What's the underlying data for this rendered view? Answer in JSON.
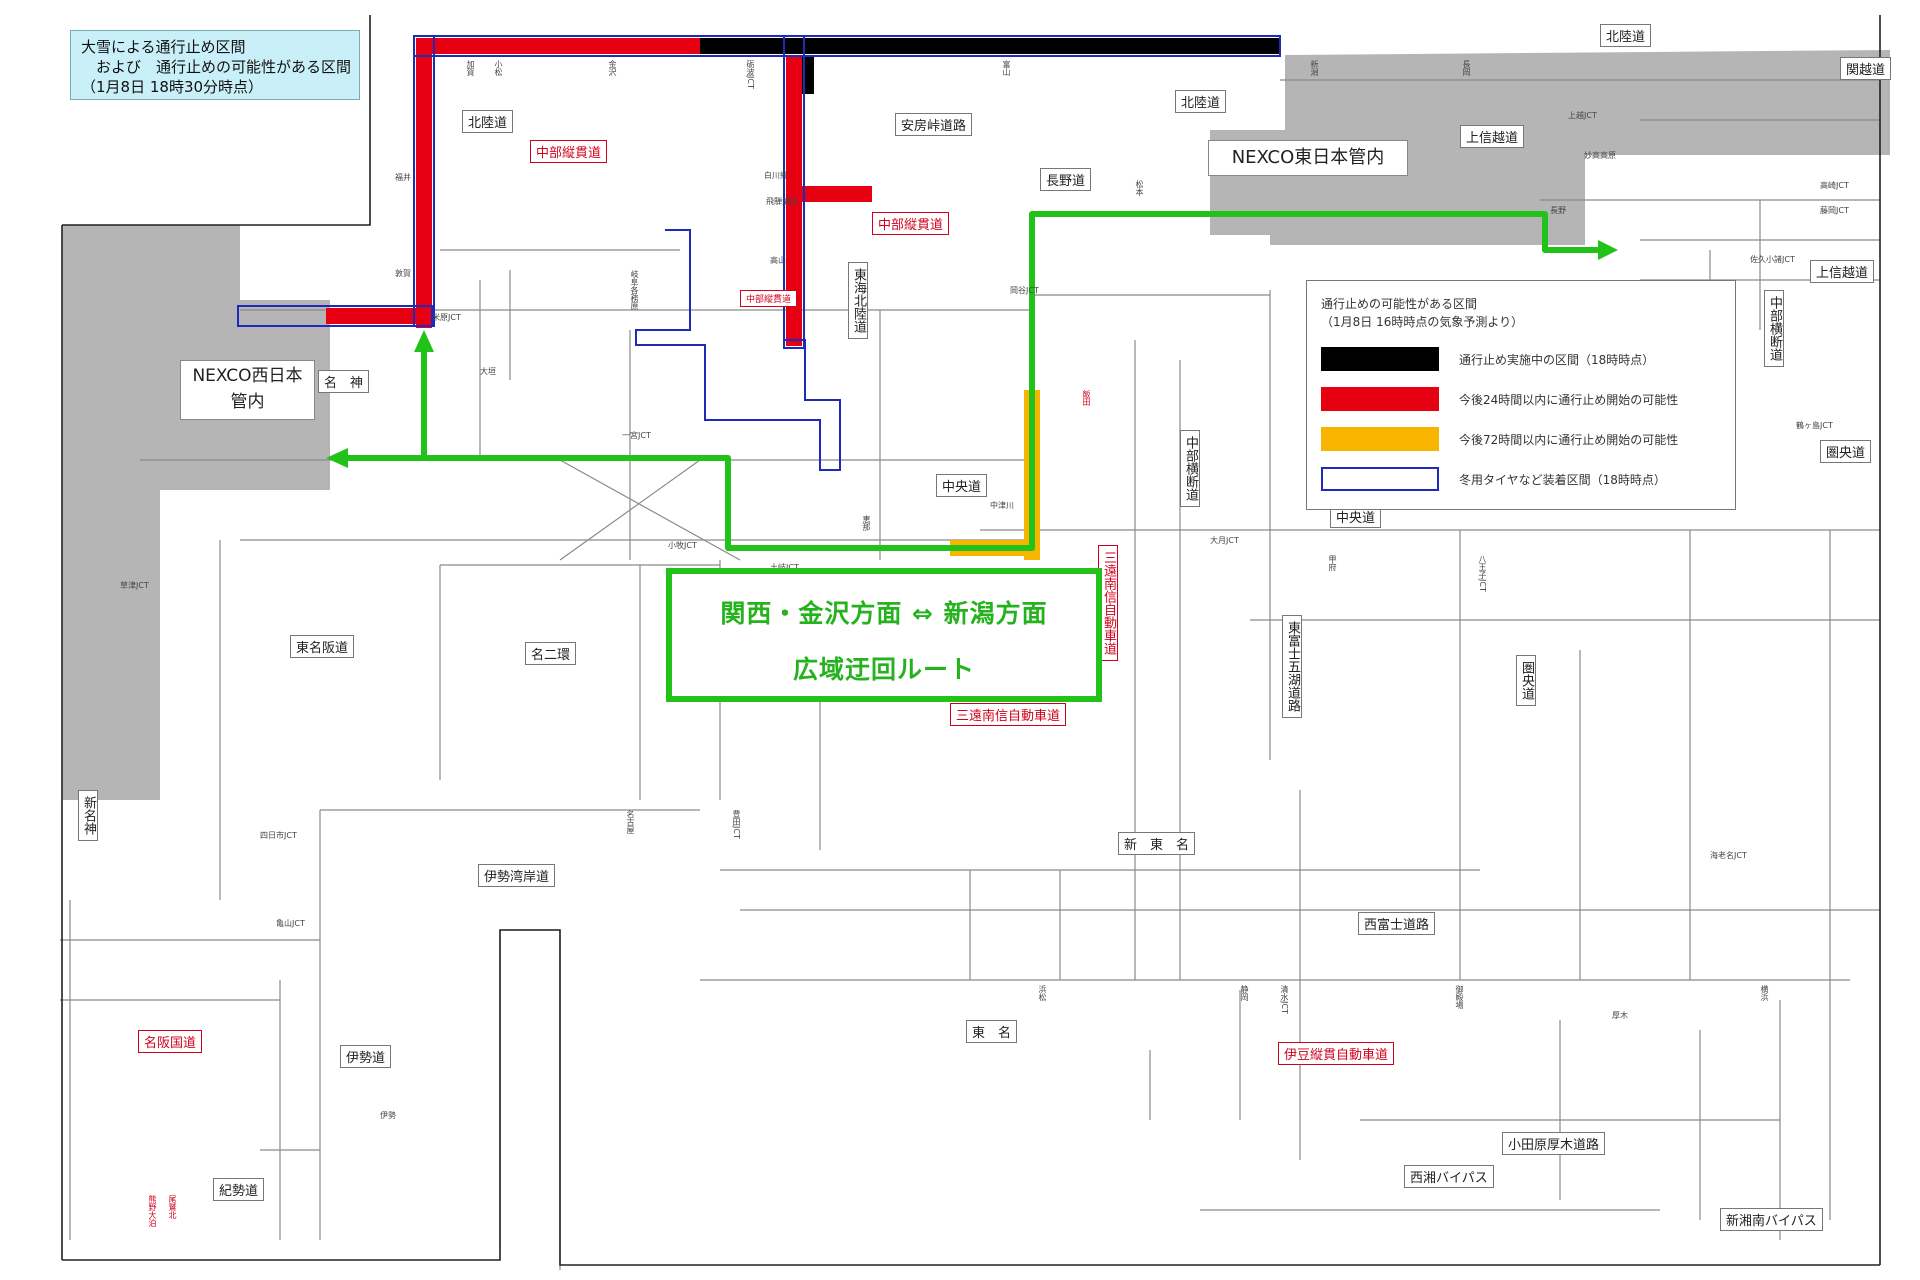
{
  "title": {
    "line1": "大雪による通行止め区間",
    "line2": "　および　通行止めの可能性がある区間",
    "line3": "（1月8日 18時30分時点）"
  },
  "regions": {
    "east_line1": "NEXCO東日本管内",
    "west_line1": "NEXCO西日本",
    "west_line2": "管内"
  },
  "route_box": {
    "line1": "関西・金沢方面 ⇔ 新潟方面",
    "line2": "広域迂回ルート"
  },
  "legend": {
    "title_line1": "通行止めの可能性がある区間",
    "title_line2": "（1月8日 16時時点の気象予測より）",
    "items": [
      {
        "label": "通行止め実施中の区間（18時時点）",
        "color": "#000000",
        "style": "solid"
      },
      {
        "label": "今後24時間以内に通行止め開始の可能性",
        "color": "#e60012",
        "style": "solid"
      },
      {
        "label": "今後72時間以内に通行止め開始の可能性",
        "color": "#f8b500",
        "style": "solid"
      },
      {
        "label": "冬用タイヤなど装着区間（18時時点）",
        "color": "#1d2bb8",
        "style": "outline"
      }
    ]
  },
  "colors": {
    "closed": "#000000",
    "within24h": "#e60012",
    "within72h": "#f8b500",
    "winter_tires": "#1d2bb8",
    "detour": "#22c21a",
    "nexco_area": "#b5b5b5"
  },
  "roads": {
    "hokurikudo": "北陸道",
    "chubu_jukan": "中部縦貫道",
    "chubu_jukan_2": "中部縦貫道",
    "chubu_jukan_3": "中部縦貫道",
    "anbo_toge": "安房峠道路",
    "nagano": "長野道",
    "hokuriku_upper": "北陸道",
    "hokuriku_far": "北陸道",
    "joshinetsu_1": "上信越道",
    "joshinetsu_2": "上信越道",
    "kanetsu": "関越道",
    "chubu_odan_e": "中部横断道",
    "chubu_odan_c": "中部横断道",
    "tokai_hokuriku": "東海北陸道",
    "chuo_c": "中央道",
    "chuo_e": "中央道",
    "ken_o": "圏央道",
    "ken_o_c": "圏央道",
    "meishin": "名　神",
    "meishin_v": "新名神",
    "tomei_han": "東名阪道",
    "meinikan": "名二環",
    "isewangan": "伊勢湾岸道",
    "shin_tomei": "新　東　名",
    "tomei": "東　名",
    "sanen": "三遠南信自動車道",
    "sanen_v": "三遠南信自動車道",
    "higashi_fuji": "東富士五湖道路",
    "seisho": "西湘バイパス",
    "odawara": "小田原厚木道路",
    "shinshonan": "新湘南バイパス",
    "izu_jukan": "伊豆縦貫自動車道",
    "nishi_fuji": "西富士道路",
    "meihan_kokudo": "名阪国道",
    "isedo": "伊勢道",
    "kisei": "紀勢道"
  },
  "stations": {
    "komatsu": "小松",
    "kaga": "加賀",
    "kanazawa": "金沢",
    "toyama": "富山",
    "tonami": "砺波JCT",
    "fukui": "福井",
    "tsuruga": "敦賀",
    "maibara": "米原JCT",
    "nagaoka": "長岡",
    "niigata": "新潟",
    "nagano_st": "長野",
    "okaya": "岡谷JCT",
    "matsumoto": "松本",
    "nakatsugawa": "中津川",
    "toki": "土岐JCT",
    "ena": "恵那",
    "komaki": "小牧JCT",
    "ichinomiya": "一宮JCT",
    "toyota": "豊田JCT",
    "hamamatsu": "浜松",
    "shizuoka": "静岡",
    "gotemba": "御殿場",
    "atsugi": "厚木",
    "yokohama": "横浜",
    "hachioji": "八王子JCT",
    "otsuki": "大月JCT",
    "kofu": "甲府",
    "shimizu": "清水JCT",
    "kameyama": "亀山JCT",
    "yokkaichi": "四日市JCT",
    "suita": "草津JCT",
    "ogaki": "大垣",
    "gifu": "岐阜各務原",
    "takayama": "高山",
    "shirakawa": "白川郷",
    "hida": "飛騨清見",
    "joetsu": "上越JCT",
    "myoko": "妙高高原",
    "saku": "佐久小諸JCT",
    "fujioka": "藤岡JCT",
    "takasaki": "高崎JCT",
    "tsurugashima": "鶴ヶ島JCT",
    "ebina": "海老名JCT",
    "ise": "伊勢",
    "owase": "尾鷲北",
    "kumano": "熊野大泊",
    "nagoya": "名古屋",
    "iida": "飯田"
  }
}
